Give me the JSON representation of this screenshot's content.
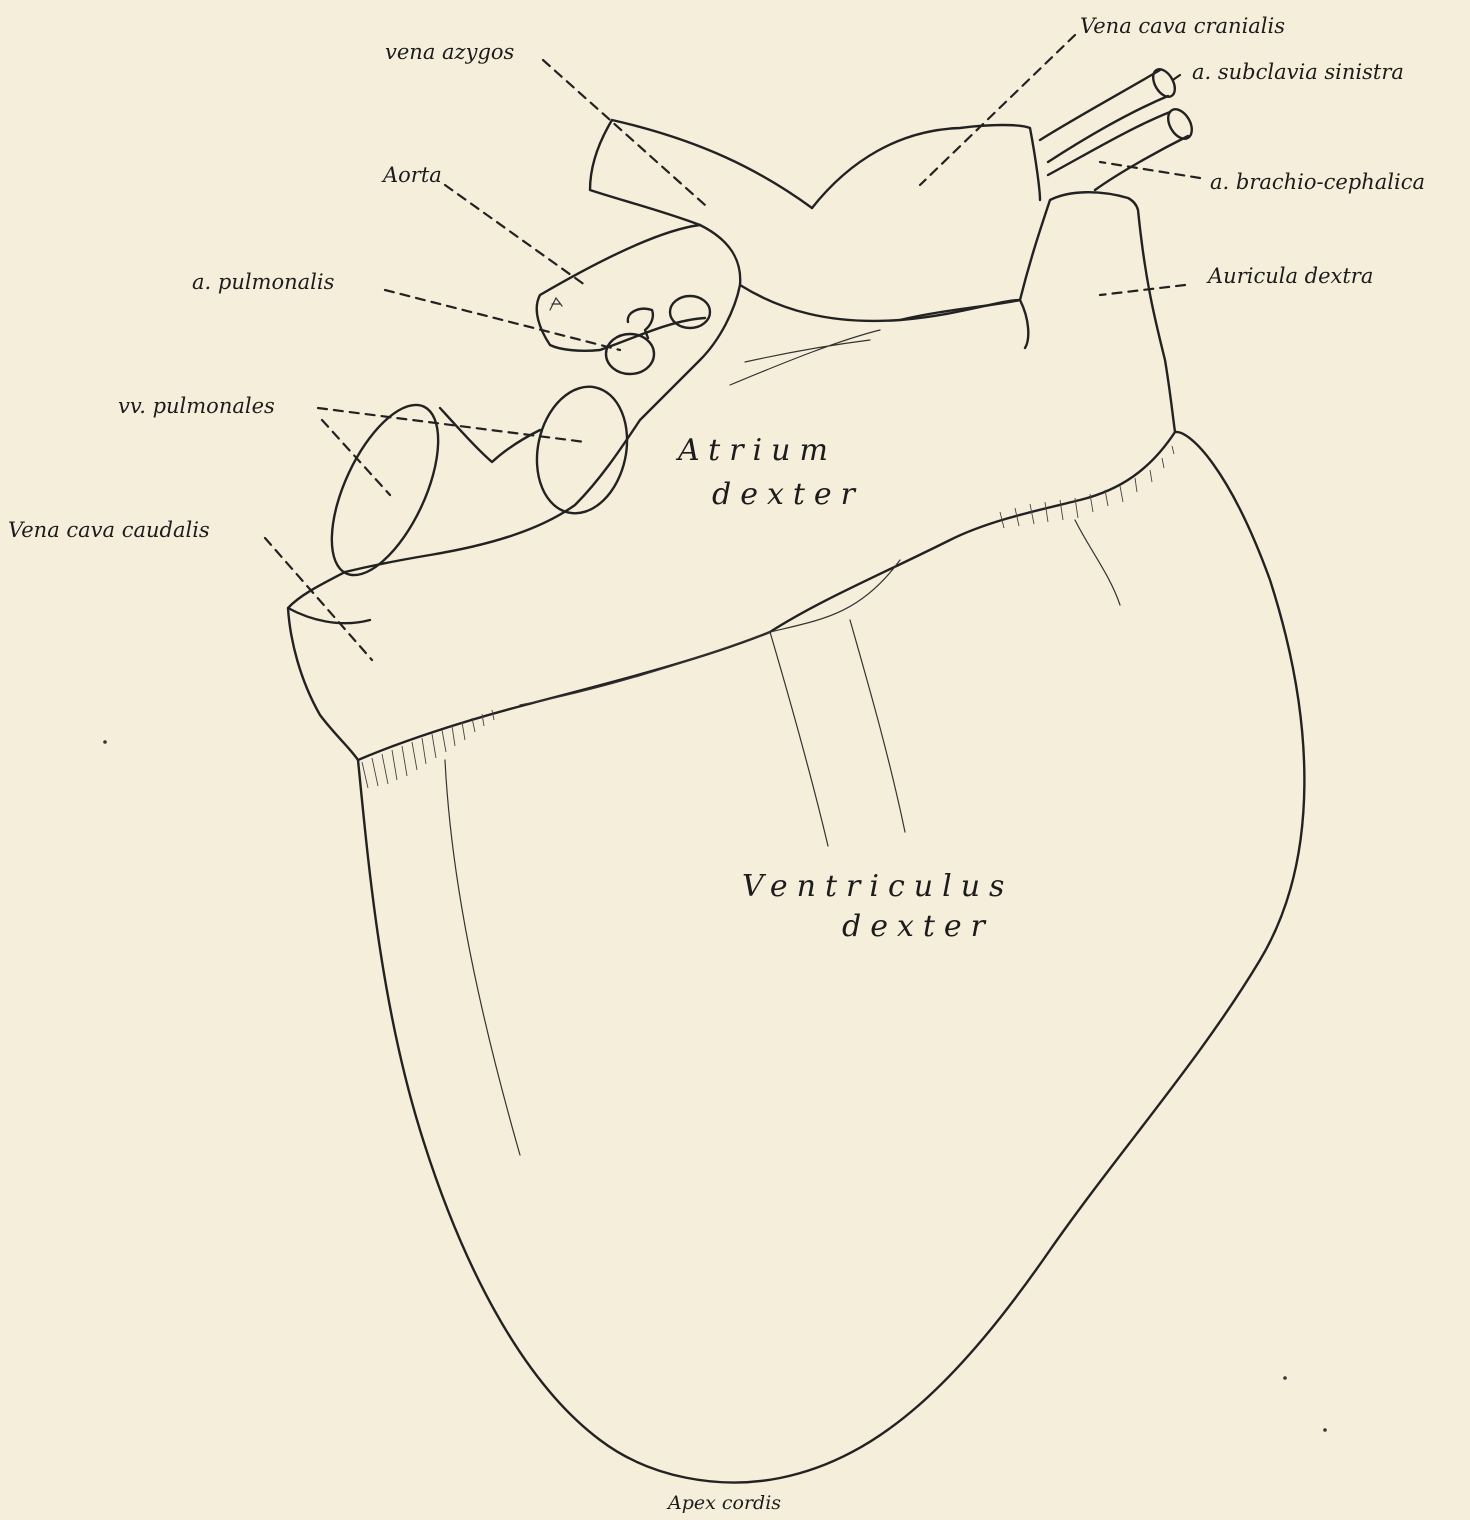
{
  "labels": {
    "vena_azygos": "vena azygos",
    "vena_cava_cranialis": "Vena cava cranialis",
    "a_subclavia_sinistra": "a. subclavia sinistra",
    "a_brachio_cephalica": "a. brachio-cephalica",
    "aorta": "Aorta",
    "a_pulmonalis": "a. pulmonalis",
    "auricula_dextra": "Auricula dextra",
    "vv_pulmonales": "vv. pulmonales",
    "atrium_line1": "Atrium",
    "atrium_line2": "dexter",
    "vena_cava_caudalis": "Vena cava caudalis",
    "ventriculus_line1": "Ventriculus",
    "ventriculus_line2": "dexter",
    "apex_cordis": "Apex cordis"
  },
  "colors": {
    "paper": "#f5eedb",
    "ink": "#222222"
  }
}
